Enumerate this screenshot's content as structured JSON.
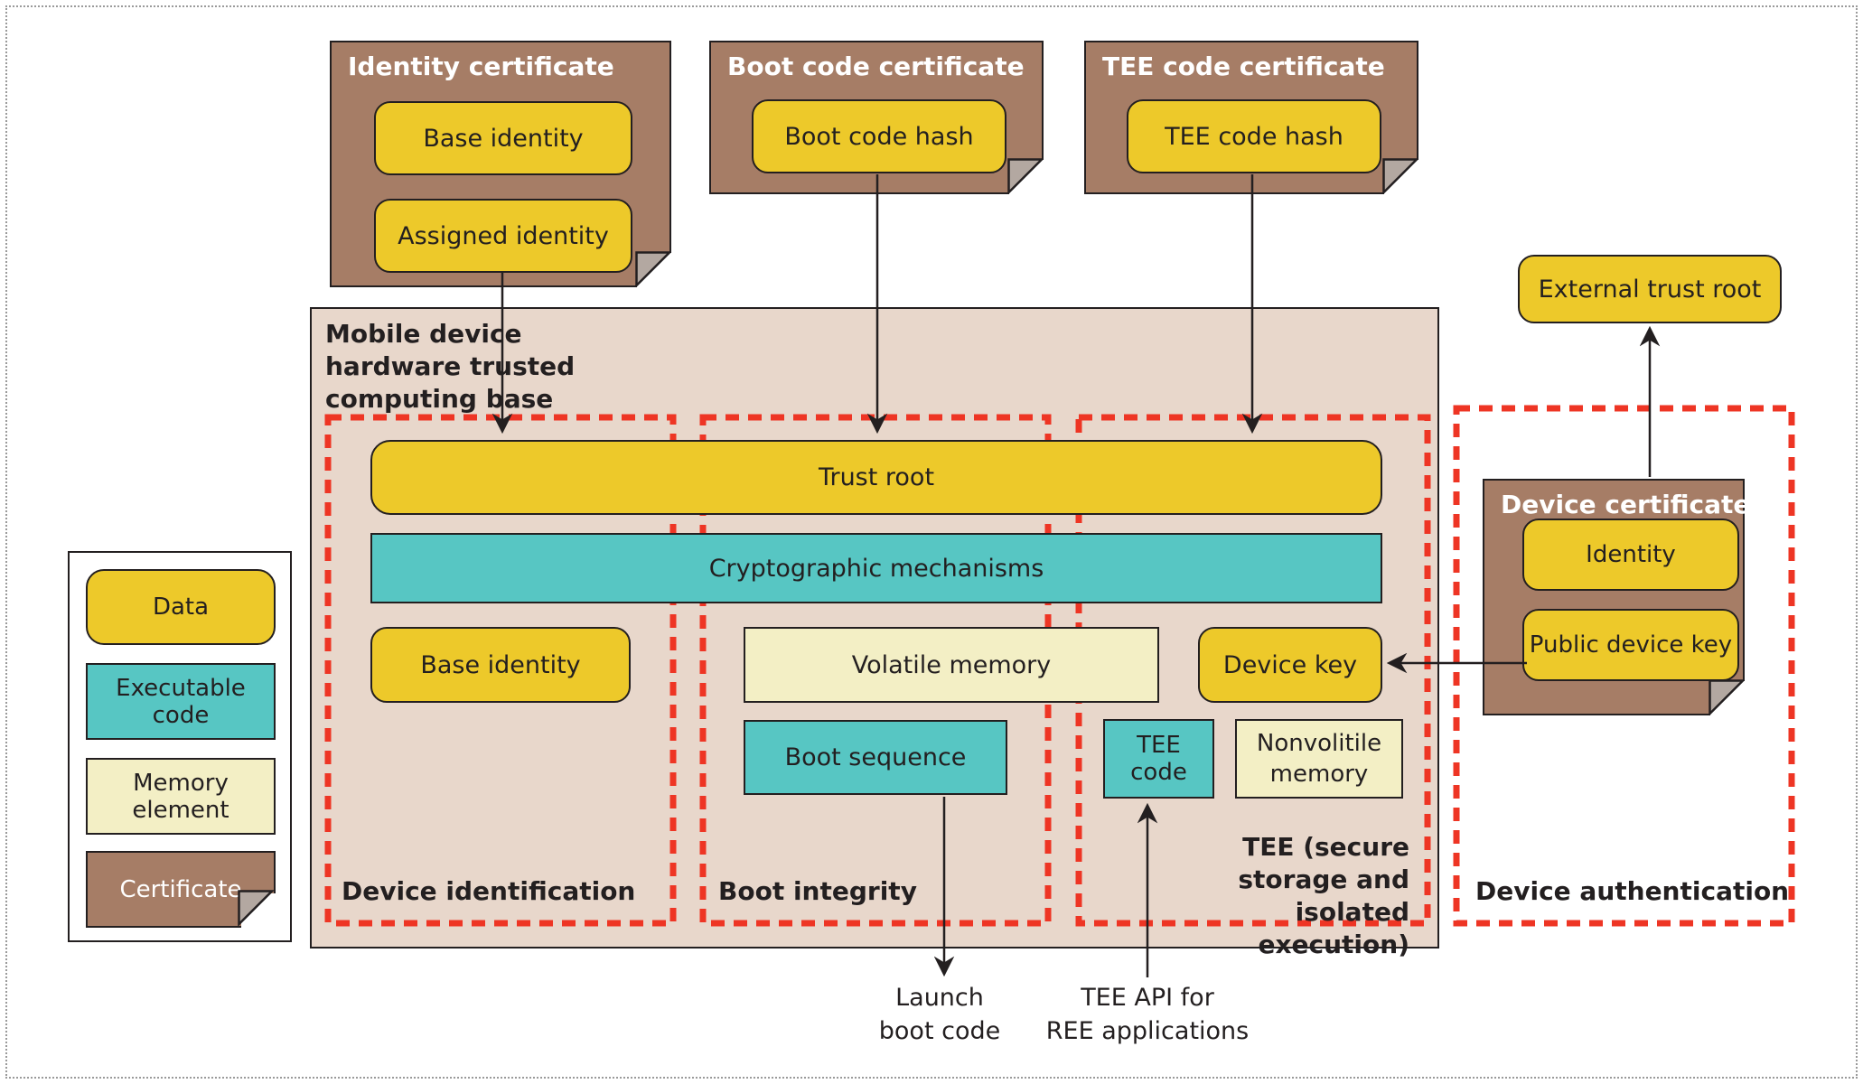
{
  "figure": {
    "tcb_title": "Mobile device\nhardware trusted\ncomputing base"
  },
  "legend": {
    "items": [
      {
        "label": "Data",
        "type": "data"
      },
      {
        "label": "Executable\ncode",
        "type": "executable-code"
      },
      {
        "label": "Memory\nelement",
        "type": "memory-element"
      },
      {
        "label": "Certificate",
        "type": "certificate"
      }
    ]
  },
  "certificates": {
    "identity": {
      "title": "Identity certificate",
      "fields": [
        "Base identity",
        "Assigned identity"
      ]
    },
    "boot_code": {
      "title": "Boot code certificate",
      "fields": [
        "Boot code hash"
      ]
    },
    "tee_code": {
      "title": "TEE code certificate",
      "fields": [
        "TEE code hash"
      ]
    },
    "device": {
      "title": "Device certificate",
      "fields": [
        "Identity",
        "Public device key"
      ]
    }
  },
  "components": {
    "trust_root": "Trust root",
    "cryptographic_mechanisms": "Cryptographic mechanisms",
    "base_identity": "Base identity",
    "volatile_memory": "Volatile memory",
    "device_key": "Device key",
    "boot_sequence": "Boot sequence",
    "tee_code": "TEE code",
    "nonvolatile_memory": "Nonvolitile\nmemory",
    "external_trust_root": "External trust root"
  },
  "regions": {
    "device_identification": "Device identification",
    "boot_integrity": "Boot integrity",
    "tee": "TEE (secure\nstorage and\nisolated execution)",
    "device_authentication": "Device authentication"
  },
  "annotations": {
    "launch_boot_code": "Launch\nboot code",
    "tee_api": "TEE API for\nREE applications"
  },
  "colors": {
    "data_fill": "#edc92a",
    "code_fill": "#57c6c3",
    "memory_fill": "#f3efc5",
    "certificate_fill": "#a67d66",
    "fold_fill": "#b3a8a1",
    "tcb_background": "#e8d7cb",
    "region_border": "#ee3524",
    "outline": "#231f20",
    "certificate_title_text": "#ffffff"
  }
}
